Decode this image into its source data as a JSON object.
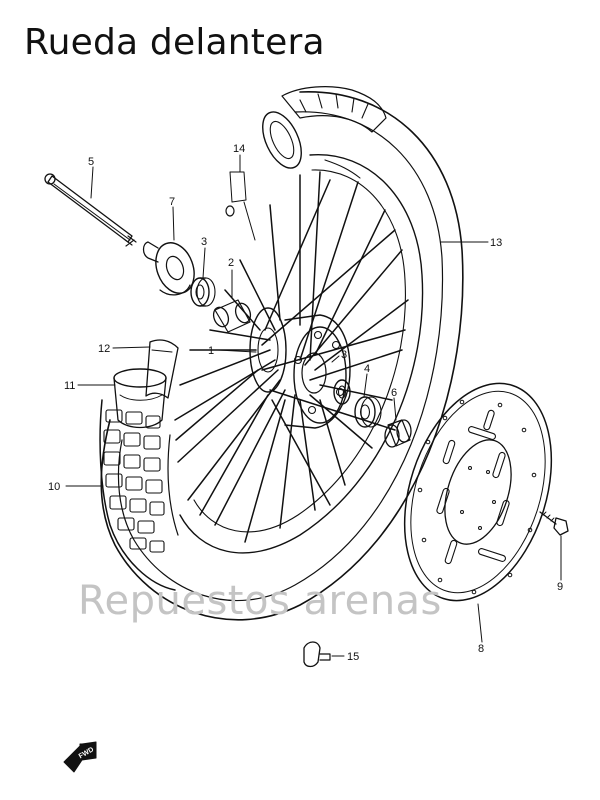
{
  "page": {
    "title": "Rueda delantera",
    "watermark": "Repuestos arenas"
  },
  "colors": {
    "line": "#111111",
    "watermark": "#c4c4c4",
    "background": "#ffffff"
  },
  "parts": [
    {
      "number": "1",
      "icon": "hub-icon"
    },
    {
      "number": "2",
      "icon": "spacer-icon"
    },
    {
      "number": "3",
      "icon": "bearing-icon"
    },
    {
      "number": "3",
      "icon": "bearing-icon"
    },
    {
      "number": "4",
      "icon": "bearing-icon"
    },
    {
      "number": "5",
      "icon": "axle-icon"
    },
    {
      "number": "6",
      "icon": "collar-icon"
    },
    {
      "number": "7",
      "icon": "speedometer-gearbox-icon"
    },
    {
      "number": "8",
      "icon": "brake-disc-icon"
    },
    {
      "number": "9",
      "icon": "bolt-icon"
    },
    {
      "number": "10",
      "icon": "tire-icon"
    },
    {
      "number": "11",
      "icon": "tube-icon"
    },
    {
      "number": "12",
      "icon": "rim-band-icon"
    },
    {
      "number": "13",
      "icon": "rim-icon"
    },
    {
      "number": "14",
      "icon": "spoke-set-icon"
    },
    {
      "number": "15",
      "icon": "valve-cap-icon"
    }
  ],
  "fwd_marker": {
    "label": "FWD",
    "icon": "fwd-arrow-icon"
  }
}
